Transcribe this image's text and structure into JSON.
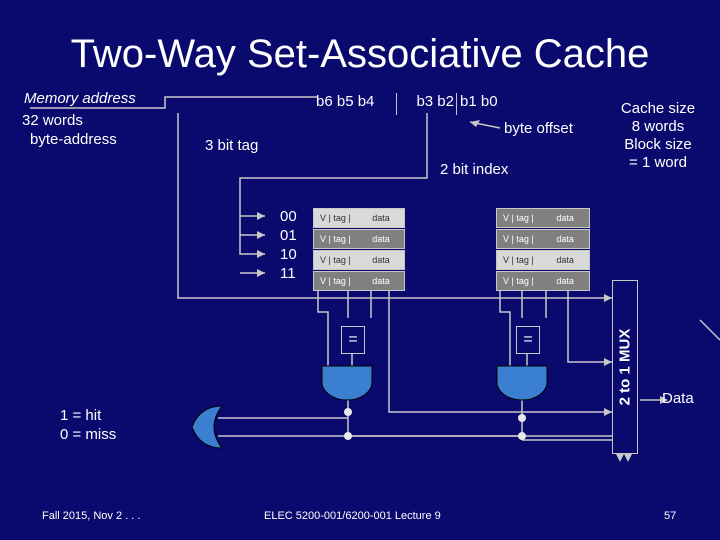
{
  "slide": {
    "title": "Two-Way Set-Associative Cache",
    "memory_address": "Memory address",
    "words": "32 words",
    "byte_address": "byte-address",
    "address_bits": {
      "tag_bits": "b6 b5 b4",
      "index_bits": "b3 b2",
      "offset_bits": "b1 b0"
    },
    "byte_offset": "byte offset",
    "tag_label": "3 bit tag",
    "index_label": "2 bit index",
    "cache_info": [
      "Cache size",
      "8 words",
      "Block size",
      "= 1 word"
    ],
    "set_indices": [
      "00",
      "01",
      "10",
      "11"
    ],
    "way_cells": {
      "valid_tag": "V | tag |",
      "data": "data"
    },
    "comparator": "=",
    "mux_label": "2 to 1 MUX",
    "data_label": "Data",
    "hit_label": "1 = hit",
    "miss_label": "0 = miss",
    "footer_left": "Fall 2015, Nov 2 . . .",
    "footer_center": "ELEC 5200-001/6200-001 Lecture 9",
    "page_number": "57"
  },
  "colors": {
    "background": "#0a0a6e",
    "line": "#c8c8c8",
    "cell_fill": "#808080",
    "cell_fill_highlight": "#d9d9d9",
    "gate_fill": "#3b7fd0",
    "text": "#ffffff"
  }
}
